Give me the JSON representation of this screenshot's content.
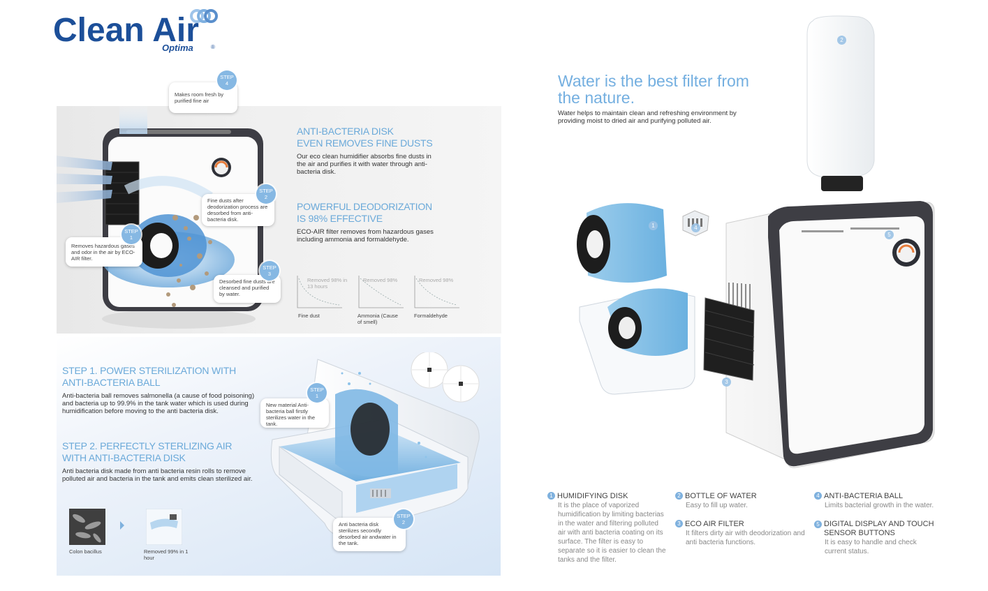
{
  "brand": {
    "name": "Clean Air",
    "sub": "Optima",
    "reg": "®"
  },
  "top_panel": {
    "step4": {
      "badge_step": "STEP",
      "badge_num": "4",
      "text": "Makes room fresh by purified fine air"
    },
    "step2": {
      "badge_step": "STEP",
      "badge_num": "2",
      "text": "Fine dusts after deodorization process are desorbed from anti-bacteria disk."
    },
    "step1": {
      "badge_step": "STEP",
      "badge_num": "1",
      "text": "Removes hazardous gases and odor in the air by ECO-AIR filter."
    },
    "step3": {
      "badge_step": "STEP",
      "badge_num": "3",
      "text": "Desorbed fine dusts are cleansed and purified by water."
    },
    "heading1": [
      "ANTI-BACTERIA DISK",
      "EVEN REMOVES FINE DUSTS"
    ],
    "body1": "Our eco clean humidifier absorbs fine dusts in the air and purifies it with water through anti-bacteria disk.",
    "heading2": [
      "POWERFUL DEODORIZATION",
      "IS 98% EFFECTIVE"
    ],
    "body2": "ECO-AIR filter removes from hazardous gases including ammonia and formaldehyde.",
    "charts": [
      {
        "note": "Removed 98% in 13 hours",
        "label": "Fine dust"
      },
      {
        "note": "Removed 98%",
        "label": "Ammonia (Cause of smell)"
      },
      {
        "note": "Removed 98%",
        "label": "Formaldehyde"
      }
    ]
  },
  "bottom_panel": {
    "step1_heading": [
      "STEP 1. POWER STERILIZATION WITH",
      "ANTI-BACTERIA BALL"
    ],
    "step1_body": "Anti-bacteria ball removes salmonella (a cause of food poisoning) and bacteria up to 99.9% in the tank water which is used during humidification before moving to the anti bacteria disk.",
    "step2_heading": [
      "STEP 2. PERFECTLY STERLIZING AIR",
      "WITH ANTI-BACTERIA DISK"
    ],
    "step2_body": "Anti bacteria disk made from anti bacteria resin rolls to remove polluted air and bacteria in the tank and emits clean sterilized air.",
    "bubble1": {
      "badge_step": "STEP",
      "badge_num": "1",
      "text": "New material Anti-bacteria ball firstly sterilizes water in the tank."
    },
    "bubble2": {
      "badge_step": "STEP",
      "badge_num": "2",
      "text": "Anti bacteria disk sterilizes secondly desorbed air andwater in the tank."
    },
    "before_label": "Colon bacillus",
    "after_label": "Removed 99% in 1 hour"
  },
  "right": {
    "headline": [
      "Water is the best filter from",
      "the nature."
    ],
    "subtext": "Water helps to maintain clean and refreshing environment by providing moist to dried air and purifying polluted air.",
    "image_numbers": [
      "1",
      "2",
      "3",
      "4",
      "5"
    ],
    "legend": [
      {
        "num": "1",
        "title": "HUMIDIFYING DISK",
        "body": "It is the place of vaporized humidification by limiting bacterias in the water and filtering polluted air with anti bacteria coating on its surface. The filter is easy to separate so it is easier to clean the tanks and the filter."
      },
      {
        "num": "2",
        "title": "BOTTLE OF WATER",
        "body": "Easy to fill up water."
      },
      {
        "num": "3",
        "title": "ECO AIR FILTER",
        "body": "It filters dirty air with deodorization and anti bacteria functions."
      },
      {
        "num": "4",
        "title": "ANTI-BACTERIA BALL",
        "body": "Limits bacterial growth in the water."
      },
      {
        "num": "5",
        "title": "DIGITAL DISPLAY AND TOUCH SENSOR BUTTONS",
        "body": "It is easy to handle and check current status."
      }
    ]
  },
  "colors": {
    "brand": "#1c4f99",
    "accent": "#6aa9d9",
    "badge": "#86b8e3"
  }
}
